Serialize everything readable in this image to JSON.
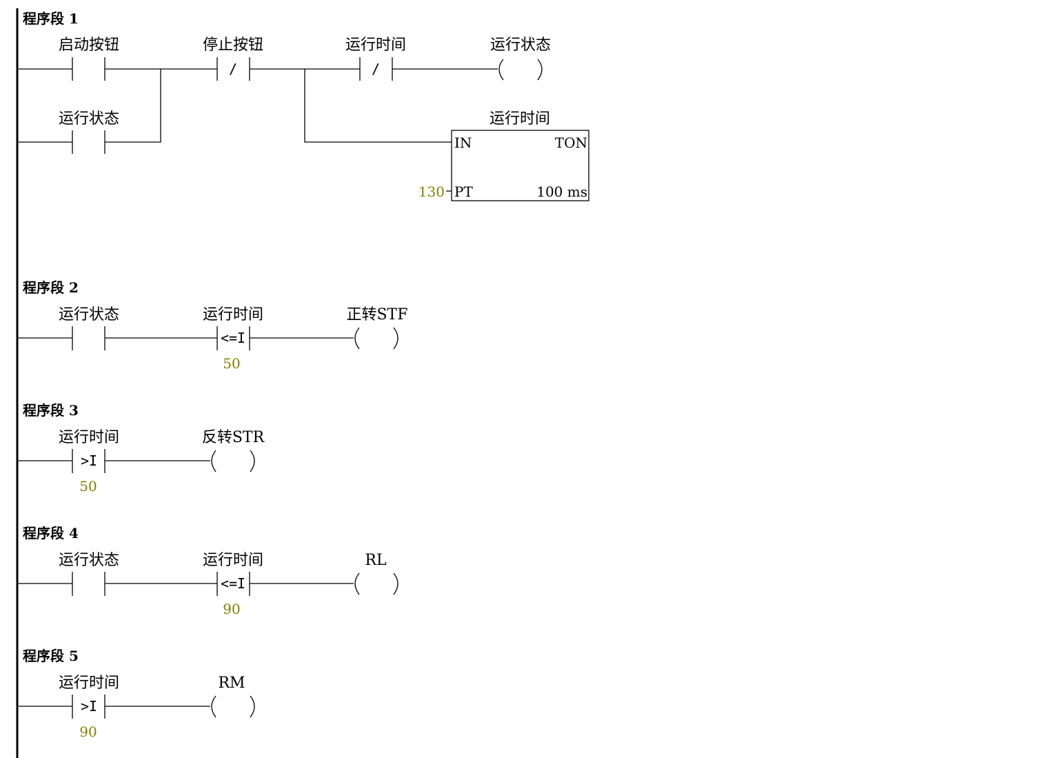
{
  "colors": {
    "line": "#000000",
    "value": "#808000",
    "background": "#ffffff"
  },
  "networks": [
    {
      "title": "程序段 1",
      "labels": {
        "start_button": "启动按钮",
        "stop_button": "停止按钮",
        "run_time_nc": "运行时间",
        "run_state_coil": "运行状态",
        "run_state_seal": "运行状态",
        "timer_name": "运行时间"
      },
      "nc_symbol_1": "/",
      "nc_symbol_2": "/",
      "timer": {
        "in_pin": "IN",
        "type": "TON",
        "pt_pin": "PT",
        "pt_value": "130",
        "base": "100 ms"
      }
    },
    {
      "title": "程序段 2",
      "contact_label": "运行状态",
      "compare_label": "运行时间",
      "compare_op": "<=I",
      "compare_value": "50",
      "coil_label": "正转STF"
    },
    {
      "title": "程序段 3",
      "compare_label": "运行时间",
      "compare_op": ">I",
      "compare_value": "50",
      "coil_label": "反转STR"
    },
    {
      "title": "程序段 4",
      "contact_label": "运行状态",
      "compare_label": "运行时间",
      "compare_op": "<=I",
      "compare_value": "90",
      "coil_label": "RL"
    },
    {
      "title": "程序段 5",
      "compare_label": "运行时间",
      "compare_op": ">I",
      "compare_value": "90",
      "coil_label": "RM"
    }
  ]
}
